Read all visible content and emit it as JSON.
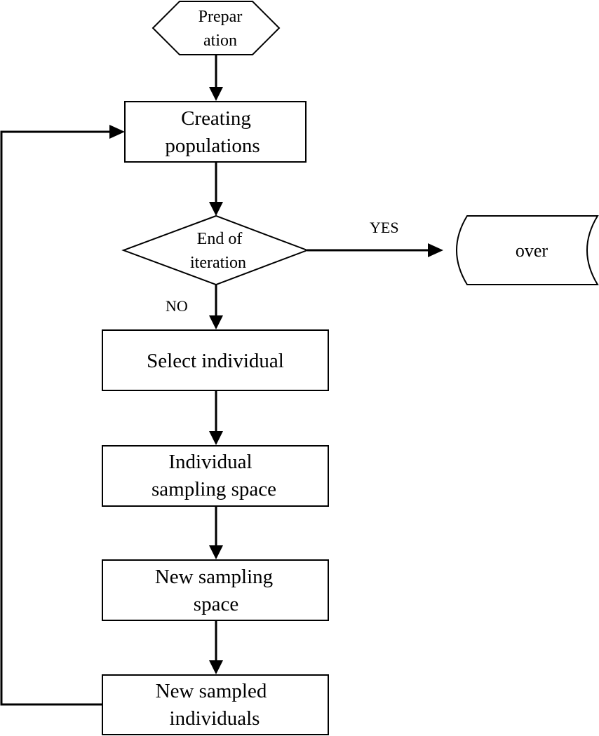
{
  "nodes": {
    "preparation": {
      "line1": "Prepar",
      "line2": "ation"
    },
    "creating_populations": {
      "line1": "Creating",
      "line2": "populations"
    },
    "end_of_iteration": {
      "line1": "End of",
      "line2": "iteration"
    },
    "over": {
      "text": "over"
    },
    "select_individual": {
      "text": "Select individual"
    },
    "individual_sampling_space": {
      "line1": "Individual",
      "line2": "sampling space"
    },
    "new_sampling_space": {
      "line1": "New sampling",
      "line2": "space"
    },
    "new_sampled_individuals": {
      "line1": "New sampled",
      "line2": "individuals"
    }
  },
  "edges": {
    "yes_label": "YES",
    "no_label": "NO"
  }
}
